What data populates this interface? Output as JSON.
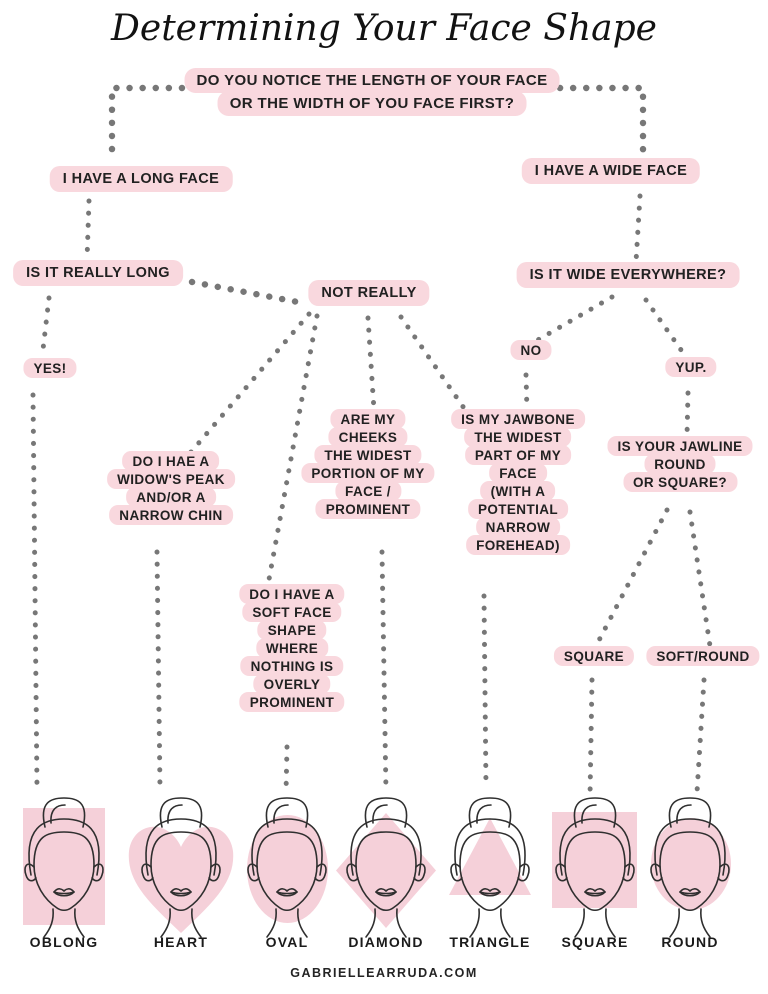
{
  "title": "Determining Your Face Shape",
  "footer": "GABRIELLEARRUDA.COM",
  "colors": {
    "box_pink": "#f9d8de",
    "shape_pink": "#f5d0d9",
    "dot_gray": "#777777",
    "text": "#212121"
  },
  "nodes": {
    "main": {
      "lines": [
        "DO YOU NOTICE THE LENGTH OF YOUR FACE",
        "OR THE WIDTH OF YOU FACE FIRST?"
      ]
    },
    "long_face": {
      "lines": [
        "I HAVE A LONG FACE"
      ]
    },
    "wide_face": {
      "lines": [
        "I HAVE A WIDE FACE"
      ]
    },
    "really_long": {
      "lines": [
        "IS IT REALLY LONG"
      ]
    },
    "wide_everywhere": {
      "lines": [
        "IS IT WIDE EVERYWHERE?"
      ]
    },
    "not_really": {
      "lines": [
        "NOT REALLY"
      ]
    },
    "yes": {
      "lines": [
        "YES!"
      ]
    },
    "no": {
      "lines": [
        "NO"
      ]
    },
    "yup": {
      "lines": [
        "YUP."
      ]
    },
    "widow": {
      "lines": [
        "DO I HAE A",
        "WIDOW'S PEAK",
        "AND/OR A",
        "NARROW CHIN"
      ]
    },
    "cheeks": {
      "lines": [
        "ARE MY",
        "CHEEKS",
        "THE WIDEST",
        "PORTION OF MY",
        "FACE /",
        "PROMINENT"
      ]
    },
    "jawbone": {
      "lines": [
        "IS MY JAWBONE",
        "THE WIDEST",
        "PART OF MY",
        "FACE",
        "(WITH A",
        "POTENTIAL",
        "NARROW",
        "FOREHEAD)"
      ]
    },
    "jawline": {
      "lines": [
        "IS YOUR JAWLINE",
        "ROUND",
        "OR SQUARE?"
      ]
    },
    "soft_face": {
      "lines": [
        "DO I HAVE A",
        "SOFT FACE",
        "SHAPE",
        "WHERE",
        "NOTHING IS",
        "OVERLY",
        "PROMINENT"
      ]
    },
    "square_answer": {
      "lines": [
        "SQUARE"
      ]
    },
    "soft_round_answer": {
      "lines": [
        "SOFT/ROUND"
      ]
    }
  },
  "faces": [
    {
      "label": "OBLONG",
      "shape": "rectangle"
    },
    {
      "label": "HEART",
      "shape": "heart"
    },
    {
      "label": "OVAL",
      "shape": "oval"
    },
    {
      "label": "DIAMOND",
      "shape": "diamond"
    },
    {
      "label": "TRIANGLE",
      "shape": "triangle"
    },
    {
      "label": "SQUARE",
      "shape": "square"
    },
    {
      "label": "ROUND",
      "shape": "circle"
    }
  ]
}
